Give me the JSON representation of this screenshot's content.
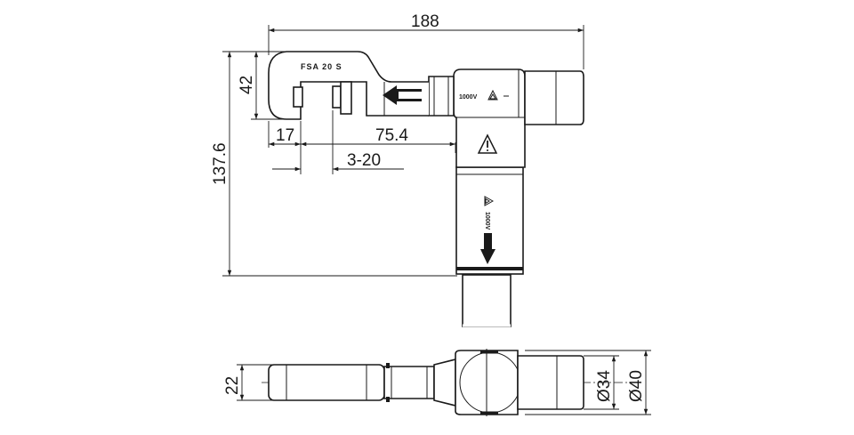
{
  "product": {
    "model_label": "FSA 20 S",
    "voltage_label": "1000V"
  },
  "dimensions": {
    "overall_length": "188",
    "jaw_height": "42",
    "overall_height": "137.6",
    "jaw_offset": "17",
    "jaw_to_body": "75.4",
    "cutting_range": "3-20",
    "bottom_width": "22",
    "diameter_inner": "Ø34",
    "diameter_outer": "Ø40"
  },
  "icons": {
    "warning": "warning-triangle-icon",
    "insulation": "insulation-symbol-icon",
    "direction": "arrow-icon"
  }
}
